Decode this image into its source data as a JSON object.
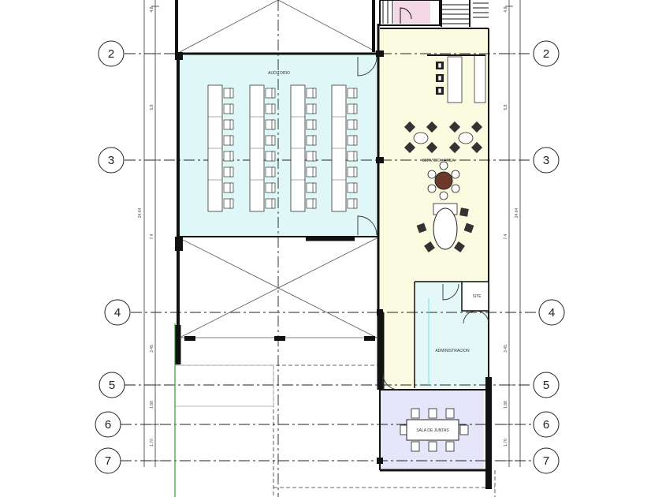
{
  "grid_lines": [
    "2",
    "3",
    "4",
    "5",
    "6",
    "7"
  ],
  "dimensions": {
    "left_total": "24.64",
    "segments": [
      "4.8",
      "5.8",
      "7.4",
      "3.45",
      "1.88",
      "1.70"
    ],
    "right_total": "24.64"
  },
  "rooms": {
    "auditorium": "AUDITORIO",
    "service": "SERVICIO / AREA",
    "administration": "ADMINISTRACION",
    "site": "SITE",
    "meeting_room": "SALA DE JUNTAS"
  },
  "colors": {
    "auditorium_fill": "#e0f7f7",
    "service_fill": "#fbfbe2",
    "admin_fill": "#e4f8f8",
    "meeting_fill": "#e6e6fb",
    "stair_pink": "#f4d8e6",
    "wall": "#111111",
    "table_dark": "#6b3a2a",
    "green_line": "#2ea02e"
  }
}
